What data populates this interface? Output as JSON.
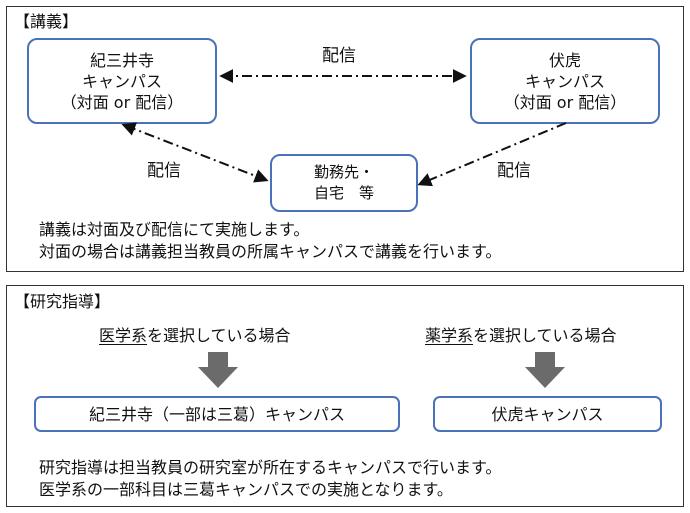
{
  "lecture": {
    "title": "【講義】",
    "nodes": {
      "kii": [
        "紀三井寺",
        "キャンパス",
        "（対面 or 配信）"
      ],
      "fushiko": [
        "伏虎",
        "キャンパス",
        "（対面 or 配信）"
      ],
      "remote": [
        "勤務先・",
        "自宅　等"
      ]
    },
    "edge_labels": {
      "top": "配信",
      "left": "配信",
      "right": "配信"
    },
    "notes": [
      "講義は対面及び配信にて実施します。",
      "対面の場合は講義担当教員の所属キャンパスで講義を行います。"
    ]
  },
  "research": {
    "title": "【研究指導】",
    "medical": {
      "underlined": "医学系",
      "rest": "を選択している場合",
      "campus": "紀三井寺（一部は三葛）キャンパス"
    },
    "pharma": {
      "underlined": "薬学系",
      "rest": "を選択している場合",
      "campus": "伏虎キャンパス"
    },
    "notes": [
      "研究指導は担当教員の研究室が所在するキャンパスで行います。",
      "医学系の一部科目は三葛キャンパスでの実施となります。"
    ]
  },
  "colors": {
    "node_border": "#4a72b8",
    "arrow_fill": "#6b6b6b",
    "panel_border": "#333333"
  }
}
